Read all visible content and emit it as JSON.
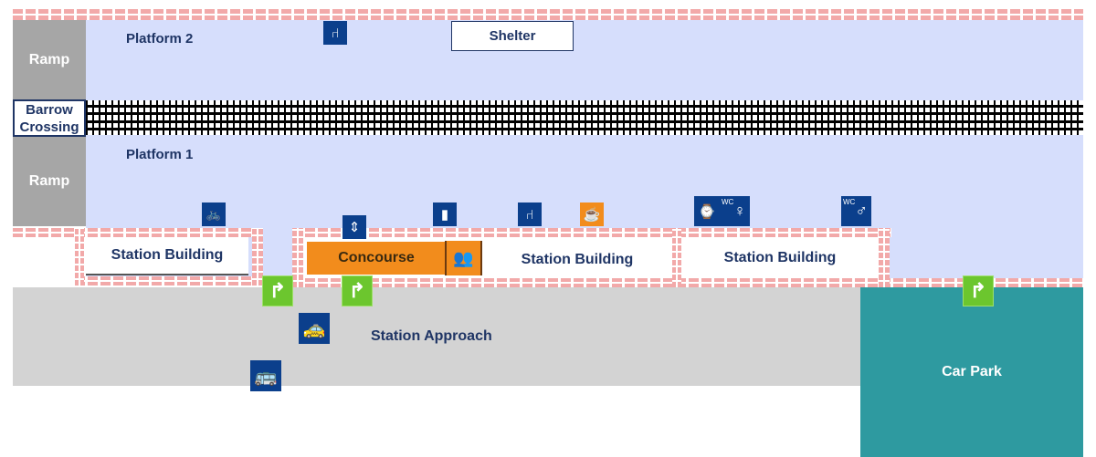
{
  "labels": {
    "platform2": "Platform 2",
    "platform1": "Platform 1",
    "ramp_top": "Ramp",
    "ramp_bottom": "Ramp",
    "barrow_crossing": "Barrow Crossing",
    "shelter": "Shelter",
    "station_building_left": "Station Building",
    "concourse": "Concourse",
    "station_building_middle": "Station Building",
    "station_building_right": "Station Building",
    "station_approach": "Station Approach",
    "car_park": "Car Park"
  },
  "icons": {
    "wc": "WC"
  },
  "colors": {
    "platform": "#d6defc",
    "ramp": "#a6a6a6",
    "concourse": "#f28c1c",
    "approach": "#d3d3d3",
    "car_park": "#2e9aa0",
    "icon": "#0b3f8c",
    "exit": "#6cc62e"
  }
}
